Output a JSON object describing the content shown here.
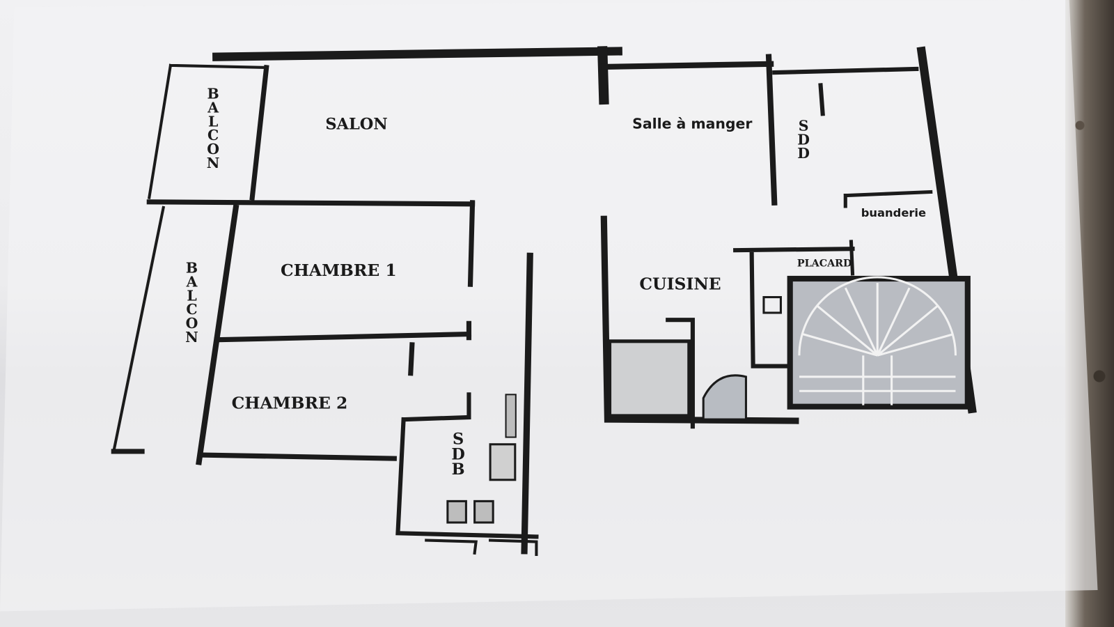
{
  "floor_plan": {
    "rooms": {
      "balcon_top": "BALCON",
      "salon": "SALON",
      "salle_a_manger": "Salle à manger",
      "sdd": "SDD",
      "buanderie": "buanderie",
      "balcon_left": "BALCON",
      "chambre1": "CHAMBRE 1",
      "cuisine": "CUISINE",
      "placard": "PLACARD",
      "chambre2": "CHAMBRE 2",
      "sdb": "SDB"
    }
  }
}
